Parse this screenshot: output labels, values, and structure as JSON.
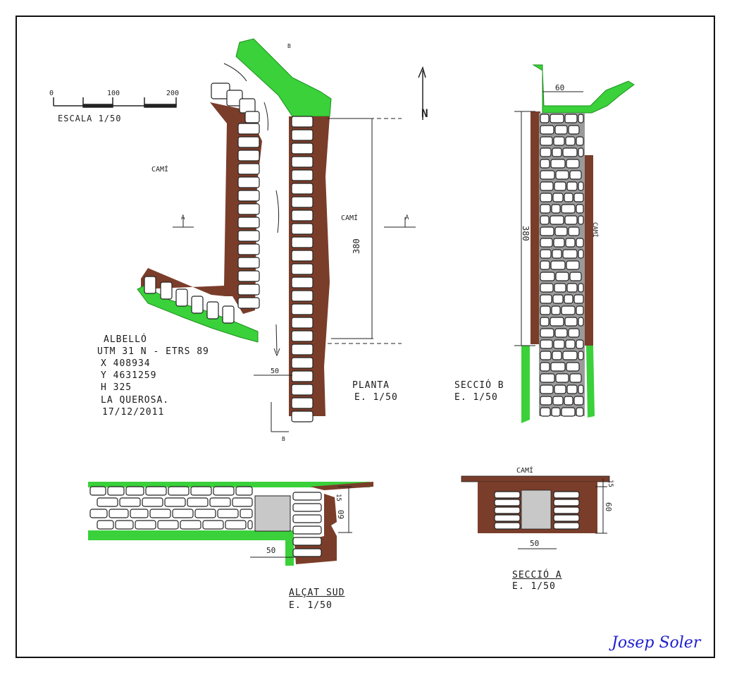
{
  "scale": {
    "ticks": [
      "0",
      "100",
      "200"
    ],
    "label": "ESCALA 1/50"
  },
  "north": "N",
  "plan": {
    "label_cami_left": "CAMÍ",
    "label_cami_right": "CAMÍ",
    "section_marker": "A",
    "dimension_length": "380",
    "dimension_width": "50",
    "view_marker": "B",
    "title": "PLANTA",
    "scale": "E. 1/50"
  },
  "site_info": {
    "line1": "ALBELLÓ",
    "line2": "UTM 31 N - ETRS 89",
    "line3": "X 408934",
    "line4": "Y 4631259",
    "line5": "H 325",
    "line6": "LA QUEROSA.",
    "line7": "17/12/2011"
  },
  "section_b": {
    "title": "SECCIÓ B",
    "scale": "E. 1/50",
    "dimension_top": "60",
    "dimension_length": "380",
    "label_cami": "CAMÍ"
  },
  "elevation_south": {
    "title": "ALÇAT SUD",
    "scale": "E. 1/50",
    "dim_top": "15",
    "dim_height": "60",
    "dim_width": "50"
  },
  "section_a": {
    "label_cami": "CAMÍ",
    "title": "SECCIÓ A",
    "scale": "E. 1/50",
    "dim_top": "15",
    "dim_height": "60",
    "dim_width": "50"
  },
  "author": "Josep Soler",
  "colors": {
    "soil": "#7a3d2a",
    "grass": "#3ad13a",
    "stone_fill": "#ffffff",
    "stone_outline": "#222222",
    "slab_gray": "#c8c8c8",
    "signature": "#1d1fd0"
  }
}
